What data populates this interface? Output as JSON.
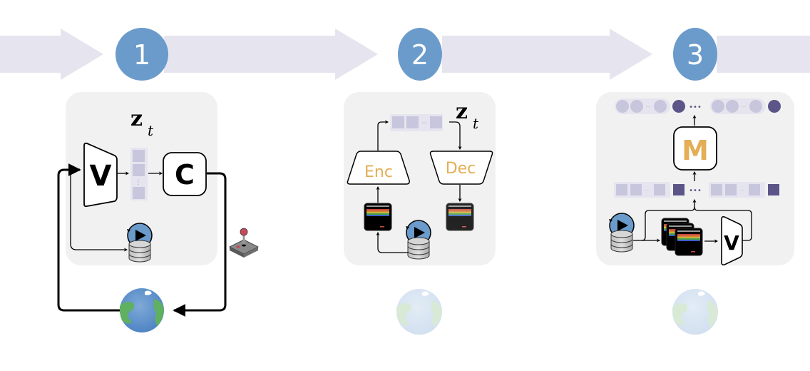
{
  "colors": {
    "band": "#e6e5ef",
    "step_circle": "#6a9bcb",
    "step_text": "#ffffff",
    "panel": "#f1f1f1",
    "latent_light": "#c7c6dd",
    "latent_track": "#e6e5ef",
    "latent_dark": "#5b5588",
    "accent_orange": "#e3ae55",
    "stroke": "#000000"
  },
  "steps": [
    {
      "number": "1"
    },
    {
      "number": "2"
    },
    {
      "number": "3"
    }
  ],
  "panel1": {
    "latent_label": "z",
    "latent_subscript": "t",
    "vision_label": "V",
    "controller_label": "C",
    "latent_dots": "⋮",
    "icons": [
      "replay-database-icon",
      "joystick-icon",
      "earth-icon"
    ]
  },
  "panel2": {
    "latent_label": "z",
    "latent_subscript": "t",
    "encoder_label": "Enc",
    "decoder_label": "Dec",
    "latent_dots": "···",
    "icons": [
      "atari-frame-input-icon",
      "atari-frame-reconstruction-icon",
      "replay-database-icon",
      "earth-icon-faded"
    ]
  },
  "panel3": {
    "model_label": "M",
    "vision_label": "V",
    "ellipsis": "•••",
    "inner_dots": "···",
    "icons": [
      "replay-database-icon",
      "atari-frame-stack-icon",
      "earth-icon-faded"
    ]
  }
}
